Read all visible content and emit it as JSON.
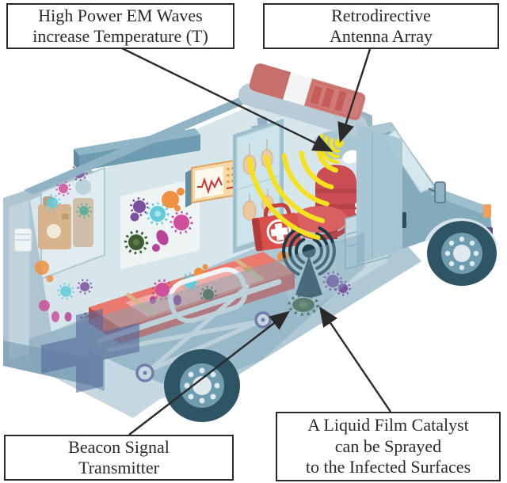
{
  "annotations": {
    "em_waves": {
      "lines": [
        "High Power EM Waves",
        "increase Temperature (T)"
      ]
    },
    "antenna": {
      "lines": [
        "Retrodirective",
        "Antenna Array"
      ]
    },
    "beacon": {
      "lines": [
        "Beacon Signal",
        "Transmitter"
      ]
    },
    "catalyst": {
      "lines": [
        "A Liquid Film Catalyst",
        "can be Sprayed",
        "to the Infected Surfaces"
      ]
    }
  },
  "palette": {
    "labelBorder": "#2a2a2a",
    "bodyBlue": "#7fa8bb",
    "panelLight": "#d7e6ea",
    "floorBlue": "#aec9d3",
    "accentRed": "#cf5450",
    "mattressRed": "#e8766b",
    "emWaveYellow": "#f5e11e",
    "beaconDark": "#1d3a47",
    "crossBlue": "#5c6f9b",
    "germPurple": "#7c4fa0",
    "germCyan": "#62cbdb",
    "germMagenta": "#cf4f9c",
    "germOrange": "#ef9141",
    "germGreen": "#3f5d33"
  },
  "icons": [
    "retrodirective-antenna-icon",
    "em-wave-arcs",
    "beacon-antenna-icon",
    "medical-cross-icon",
    "first-aid-kit-icon",
    "ecg-monitor-icon",
    "emergency-lightbar",
    "virus-germ-blobs",
    "stretcher-bed",
    "iv-bag-cabinet"
  ]
}
